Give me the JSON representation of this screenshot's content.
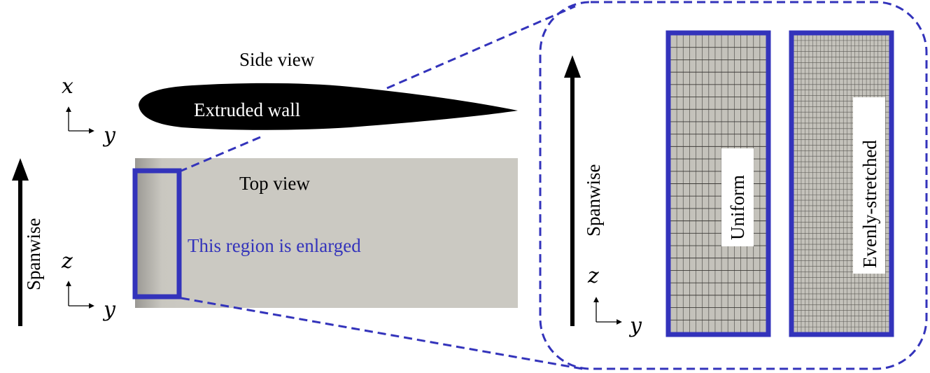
{
  "labels": {
    "side_view": "Side view",
    "extruded_wall": "Extruded wall",
    "top_view": "Top view",
    "enlarged_note": "This region is enlarged",
    "spanwise_left": "Spanwise",
    "spanwise_right": "Spanwise",
    "uniform": "Uniform",
    "evenly_stretched": "Evenly-stretched"
  },
  "axes": {
    "side": {
      "vertical": "x",
      "horizontal": "y"
    },
    "top": {
      "vertical": "z",
      "horizontal": "y"
    },
    "inset": {
      "vertical": "z",
      "horizontal": "y"
    }
  },
  "colors": {
    "accent_blue": "#3333bb",
    "plate_gray": "#cbc9c2",
    "mesh_gray": "#c4c2bb",
    "airfoil": "#000000",
    "text": "#000000"
  }
}
